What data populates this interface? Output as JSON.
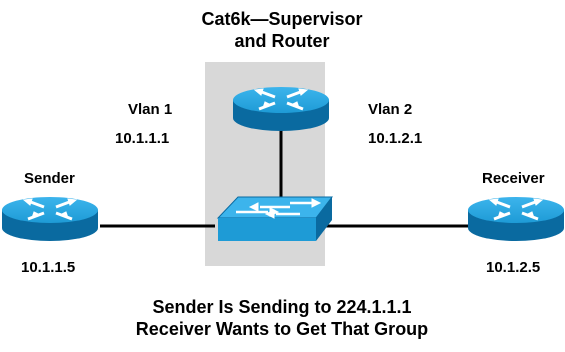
{
  "title": {
    "line1": "Cat6k—Supervisor",
    "line2": "and Router"
  },
  "labels": {
    "vlan1": "Vlan 1",
    "vlan1_ip": "10.1.1.1",
    "vlan2": "Vlan 2",
    "vlan2_ip": "10.1.2.1",
    "sender": "Sender",
    "sender_ip": "10.1.1.5",
    "receiver": "Receiver",
    "receiver_ip": "10.1.2.5"
  },
  "caption": {
    "line1": "Sender Is Sending to 224.1.1.1",
    "line2": "Receiver Wants to Get That Group"
  },
  "colors": {
    "device_fill": "#1e9bd6",
    "device_dark": "#0a6aa0",
    "box_fill": "#d8d8d8",
    "line": "#000000"
  },
  "icons": [
    "router-icon",
    "switch-icon"
  ]
}
